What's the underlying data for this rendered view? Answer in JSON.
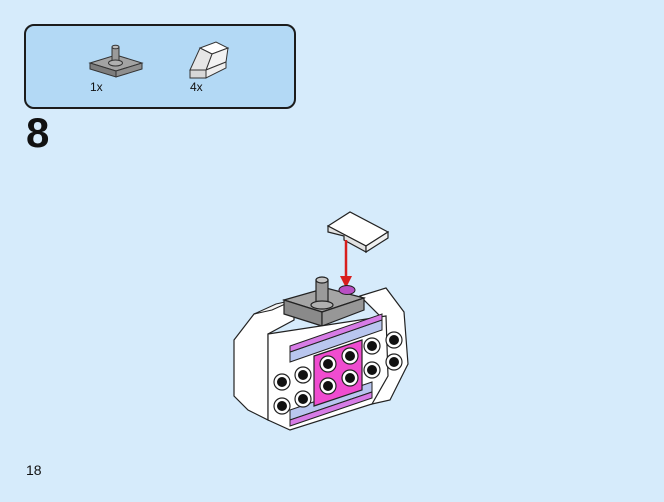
{
  "parts_callout": {
    "parts": [
      {
        "icon": "grey-plate-with-bar-icon",
        "qty": "1x"
      },
      {
        "icon": "white-slope-brick-icon",
        "qty": "4x"
      }
    ]
  },
  "step": {
    "number": "8"
  },
  "page": {
    "number": "18"
  },
  "colors": {
    "background": "#d6ebfb",
    "callout": "#b3d9f5",
    "arrow": "#d81e1e",
    "magenta": "#e43fb8",
    "lavender": "#b9c6ef"
  }
}
